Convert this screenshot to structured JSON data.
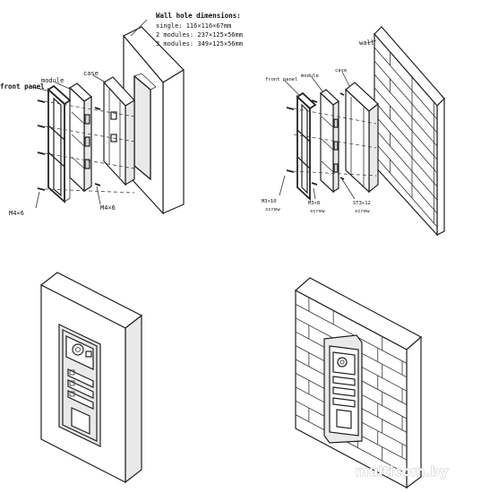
{
  "top_left": {
    "label_front_panel": "front panel",
    "label_module": "module",
    "label_case": "case",
    "label_screw_left": "M4×6",
    "label_screw_right": "M4×6",
    "wall_hole_title": "Wall hole dimensions:",
    "wall_hole_single": "single: 116×116×67mm",
    "wall_hole_two": "2 modules: 237×125×56mm",
    "wall_hole_three": "3 modules: 349×125×56mm"
  },
  "top_right": {
    "label_wall": "wall",
    "label_front_panel": "front panel",
    "label_module": "module",
    "label_case": "case",
    "label_screw_a1": "M3×10",
    "label_screw_a2": "screw",
    "label_screw_b1": "M3×8",
    "label_screw_b2": "screw",
    "label_screw_c1": "ST3×12",
    "label_screw_c2": "screw"
  },
  "watermark": "multicom.by"
}
